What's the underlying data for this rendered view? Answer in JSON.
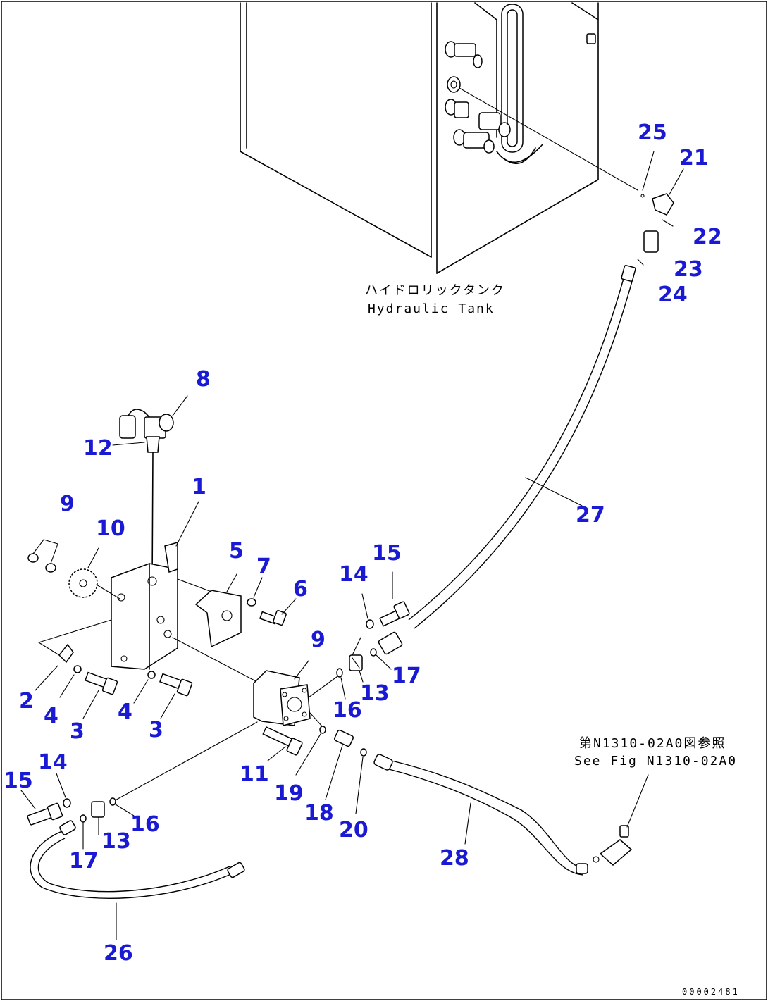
{
  "tank_label": {
    "jp": "ハイドロリックタンク",
    "en": "Hydraulic Tank"
  },
  "reference_note": {
    "jp": "第N1310-02A0図参照",
    "en": "See Fig N1310-02A0"
  },
  "drawing_code": "00002481",
  "callouts": [
    "1",
    "2",
    "3",
    "3",
    "4",
    "4",
    "5",
    "6",
    "7",
    "8",
    "9",
    "9",
    "10",
    "11",
    "12",
    "13",
    "13",
    "14",
    "14",
    "15",
    "15",
    "16",
    "16",
    "17",
    "17",
    "18",
    "19",
    "20",
    "21",
    "22",
    "23",
    "24",
    "25",
    "26",
    "27",
    "28"
  ]
}
